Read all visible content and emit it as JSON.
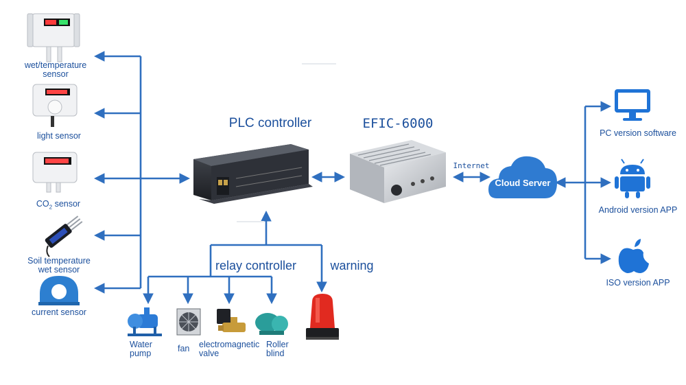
{
  "colors": {
    "line": "#2f6fbf",
    "text": "#1b4f9c",
    "cloud": "#2f7bd1",
    "icon": "#1f73d6",
    "device_dark": "#2a2d33",
    "enclosure": "#c9ccd1"
  },
  "sensors": [
    {
      "label_1": "wet/temperature",
      "label_2": "sensor",
      "icon": "temperature-humidity-sensor-icon"
    },
    {
      "label_1": "light sensor",
      "label_2": "",
      "icon": "light-sensor-icon"
    },
    {
      "label_1": "CO",
      "sub": "2",
      "label_2": " sensor",
      "icon": "co2-sensor-icon"
    },
    {
      "label_1": "Soil temperature",
      "label_2": "wet sensor",
      "icon": "soil-probe-icon"
    },
    {
      "label_1": "current sensor",
      "label_2": "",
      "icon": "current-transformer-icon"
    }
  ],
  "plc": {
    "title": "PLC  controller",
    "icon": "plc-device-icon"
  },
  "gateway": {
    "title": "EFIC-6000",
    "link_label": "Internet",
    "icon": "gateway-box-icon"
  },
  "cloud": {
    "label": "Cloud Server",
    "icon": "cloud-icon"
  },
  "clients": [
    {
      "label": "PC version software",
      "icon": "monitor-icon"
    },
    {
      "label": "Android version APP",
      "icon": "android-icon"
    },
    {
      "label": "ISO version APP",
      "icon": "apple-icon"
    }
  ],
  "relay": {
    "label": "relay controller"
  },
  "warning": {
    "label": "warning",
    "icon": "warning-beacon-icon"
  },
  "actuators": [
    {
      "label_1": "Water",
      "label_2": "pump",
      "icon": "water-pump-icon"
    },
    {
      "label_1": "fan",
      "label_2": "",
      "icon": "fan-icon"
    },
    {
      "label_1": "electromagnetic",
      "label_2": "valve",
      "icon": "solenoid-valve-icon"
    },
    {
      "label_1": "Roller",
      "label_2": "blind",
      "icon": "roller-motor-icon"
    }
  ]
}
